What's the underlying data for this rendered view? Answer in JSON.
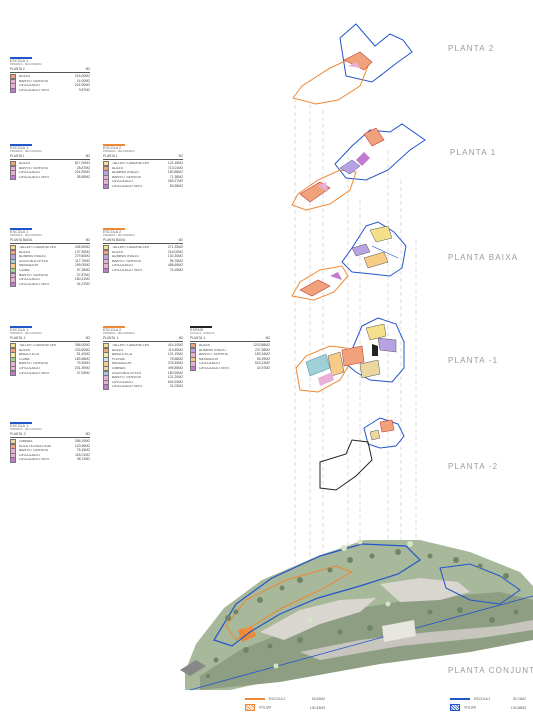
{
  "colors": {
    "escola1": "#2255cc",
    "escola2": "#ee8833",
    "espais": "#222222",
    "aules": "#f2a27a",
    "banys": "#e9b0d6",
    "circulacio": "#c07ad0",
    "taller": "#f4e08a",
    "administracio": "#b7a3e3",
    "usos": "#9fd0d8",
    "menjador": "#f7cc86",
    "cuina": "#9ed48c",
    "biblioteca": "#f4eca0",
    "pati": "#cfe7f5",
    "gimnas": "#ecd79e"
  },
  "planta_labels": {
    "p2": "PLANTA 2",
    "p1": "PLANTA 1",
    "pb": "PLANTA BAIXA",
    "m1": "PLANTA -1",
    "m2": "PLANTA -2",
    "conj": "PLANTA CONJUNT"
  },
  "tables": {
    "t_p2": {
      "school": "ESCOLA 1",
      "sub": "PRIMARIA - SECUNDARIA",
      "col1": "PLANTA 2",
      "col2": "M2",
      "rows": [
        {
          "name": "AULES",
          "value": "218,00M2",
          "color": "#f2a27a"
        },
        {
          "name": "BANYS / SERVEIS",
          "value": "14,00M2",
          "color": "#e9b0d6"
        },
        {
          "name": "CIRCULACIO",
          "value": "224,90M2",
          "color": "#e9b0d6"
        },
        {
          "name": "CIRCULACIO VERT.",
          "value": "9,87M2",
          "color": "#c07ad0"
        }
      ]
    },
    "t_p1_e1": {
      "school": "ESCOLA 1",
      "sub": "PRIMARIA - SECUNDARIA",
      "col1": "PLANTA 1",
      "col2": "M2",
      "rows": [
        {
          "name": "AULES",
          "value": "817,00M2",
          "color": "#f2a27a"
        },
        {
          "name": "BANYS / SERVEIS",
          "value": "28,87M2",
          "color": "#e9b0d6"
        },
        {
          "name": "CIRCULACIO",
          "value": "224,90M2",
          "color": "#e9b0d6"
        },
        {
          "name": "CIRCULACIO VERT.",
          "value": "38,89M2",
          "color": "#c07ad0"
        }
      ]
    },
    "t_p1_e2": {
      "school": "ESCOLA 2",
      "sub": "PRIMARIA - SECUNDARIA",
      "col1": "PLANTA 1",
      "col2": "M2",
      "rows": [
        {
          "name": "TALLER / LABORATORI",
          "value": "122,18M2",
          "color": "#f4e08a"
        },
        {
          "name": "AULES",
          "value": "713,01M2",
          "color": "#f2a27a"
        },
        {
          "name": "ADMINISTRACIO",
          "value": "180,88M2",
          "color": "#b7a3e3"
        },
        {
          "name": "BANYS / SERVEIS",
          "value": "71,38M2",
          "color": "#e9b0d6"
        },
        {
          "name": "CIRCULACIO",
          "value": "263,27M2",
          "color": "#e9b0d6"
        },
        {
          "name": "CIRCULACIO VERT.",
          "value": "53,58M2",
          "color": "#c07ad0"
        }
      ]
    },
    "t_pb_e1": {
      "school": "ESCOLA 1",
      "sub": "PRIMARIA - SECUNDARIA",
      "col1": "PLANTA BAIXA",
      "col2": "M2",
      "rows": [
        {
          "name": "TALLER / LABORATORI",
          "value": "338,50M2",
          "color": "#f4e08a"
        },
        {
          "name": "AULES",
          "value": "137,50M2",
          "color": "#f2a27a"
        },
        {
          "name": "ADMINISTRACIO",
          "value": "279,50M2",
          "color": "#b7a3e3"
        },
        {
          "name": "USOS MULTIPLES",
          "value": "117,76M2",
          "color": "#9fd0d8"
        },
        {
          "name": "MENJADOR",
          "value": "299,00M2",
          "color": "#f7cc86"
        },
        {
          "name": "CUINA",
          "value": "57,28M2",
          "color": "#9ed48c"
        },
        {
          "name": "BANYS / SERVEIS",
          "value": "37,87M2",
          "color": "#e9b0d6"
        },
        {
          "name": "CIRCULACIO",
          "value": "180,41M2",
          "color": "#e9b0d6"
        },
        {
          "name": "CIRCULACIO VERT.",
          "value": "44,37M2",
          "color": "#c07ad0"
        }
      ]
    },
    "t_pb_e2": {
      "school": "ESCOLA 2",
      "sub": "PRIMARIA - SECUNDARIA",
      "col1": "PLANTA BAIXA",
      "col2": "M2",
      "rows": [
        {
          "name": "TALLER / LABORATORI",
          "value": "271,33M2",
          "color": "#f4e08a"
        },
        {
          "name": "AULES",
          "value": "218,00M2",
          "color": "#f2a27a"
        },
        {
          "name": "ADMINISTRACIO",
          "value": "130,30M2",
          "color": "#b7a3e3"
        },
        {
          "name": "BANYS / SERVEIS",
          "value": "96,76M2",
          "color": "#e9b0d6"
        },
        {
          "name": "CIRCULACIO",
          "value": "488,69M2",
          "color": "#e9b0d6"
        },
        {
          "name": "CIRCULACIO VERT.",
          "value": "76,18M2",
          "color": "#c07ad0"
        }
      ]
    },
    "t_m1_e1": {
      "school": "ESCOLA 1",
      "sub": "PRIMARIA - SECUNDARIA",
      "col1": "PLANTA -1",
      "col2": "M2",
      "rows": [
        {
          "name": "TALLER / LABORATORI",
          "value": "398,00M2",
          "color": "#f4e08a"
        },
        {
          "name": "AULES",
          "value": "233,60M2",
          "color": "#f2a27a"
        },
        {
          "name": "BIBLIOTECA",
          "value": "81,40M2",
          "color": "#f4eca0"
        },
        {
          "name": "CUINA",
          "value": "183,68M2",
          "color": "#9ed48c"
        },
        {
          "name": "BANYS / SERVEIS",
          "value": "75,30M2",
          "color": "#e9b0d6"
        },
        {
          "name": "CIRCULACIO",
          "value": "201,39M2",
          "color": "#e9b0d6"
        },
        {
          "name": "CIRCULACIO VERT.",
          "value": "37,93M2",
          "color": "#c07ad0"
        }
      ]
    },
    "t_m1_e2": {
      "school": "ESCOLA 2",
      "sub": "PRIMARIA - SECUNDARIA",
      "col1": "PLANTA -1",
      "col2": "M2",
      "rows": [
        {
          "name": "TALLER / LABORATORI",
          "value": "416,10M2",
          "color": "#f4e08a"
        },
        {
          "name": "AULES",
          "value": "113,80M2",
          "color": "#f2a27a"
        },
        {
          "name": "BIBLIOTECA",
          "value": "101,19M2",
          "color": "#f4eca0"
        },
        {
          "name": "PLENSE",
          "value": "78,68M2",
          "color": "#cfe7f5"
        },
        {
          "name": "MENJADOR",
          "value": "378,45M2",
          "color": "#f7cc86"
        },
        {
          "name": "GIMNAS",
          "value": "499,89M2",
          "color": "#ecd79e"
        },
        {
          "name": "USOS MULTIPLES",
          "value": "180,90M2",
          "color": "#9fd0d8"
        },
        {
          "name": "BANYS / SERVEIS",
          "value": "121,20M2",
          "color": "#e9b0d6"
        },
        {
          "name": "CIRCULACIO",
          "value": "644,53M2",
          "color": "#e9b0d6"
        },
        {
          "name": "CIRCULACIO VERT.",
          "value": "21,03M2",
          "color": "#c07ad0"
        }
      ]
    },
    "t_m1_e3": {
      "school": "ESPAIS",
      "sub": "SOCIALS - PUBLICS",
      "col1": "PLANTA -1",
      "col2": "M2",
      "rows": [
        {
          "name": "AULES",
          "value": "1203,88M2",
          "color": "#f2a27a"
        },
        {
          "name": "ADMINISTRACIO",
          "value": "237,38M2",
          "color": "#b7a3e3"
        },
        {
          "name": "BANYS / SERVEIS",
          "value": "183,34M2",
          "color": "#e9b0d6"
        },
        {
          "name": "MENJADOR",
          "value": "95,29M2",
          "color": "#f7cc86"
        },
        {
          "name": "CIRCULACIO",
          "value": "518,13M2",
          "color": "#e9b0d6"
        },
        {
          "name": "CIRCULACIO VERT.",
          "value": "42,97M2",
          "color": "#c07ad0"
        }
      ]
    },
    "t_m2": {
      "school": "ESCOLA 1",
      "sub": "PRIMARIA - SECUNDARIA",
      "col1": "PLANTA -2",
      "col2": "M2",
      "rows": [
        {
          "name": "GIMNAS",
          "value": "398,19M2",
          "color": "#ecd79e"
        },
        {
          "name": "AULA TECNOLOGIA",
          "value": "120,96M2",
          "color": "#f2a27a"
        },
        {
          "name": "BANYS / SERVEIS",
          "value": "78,15M2",
          "color": "#e9b0d6"
        },
        {
          "name": "CIRCULACIO",
          "value": "118,01M2",
          "color": "#e9b0d6"
        },
        {
          "name": "CIRCULACIO VERT.",
          "value": "38,74M2",
          "color": "#c07ad0"
        }
      ]
    }
  },
  "legend": {
    "escola2": {
      "label": "ESCOLA 2",
      "value": "26.63M2",
      "sub_label": "VOLUM",
      "sub_value": "130.43M3"
    },
    "escola1": {
      "label": "ESCOLA 1",
      "value": "30,74M2",
      "sub_label": "VOLUM",
      "sub_value": "134,56M3"
    }
  }
}
